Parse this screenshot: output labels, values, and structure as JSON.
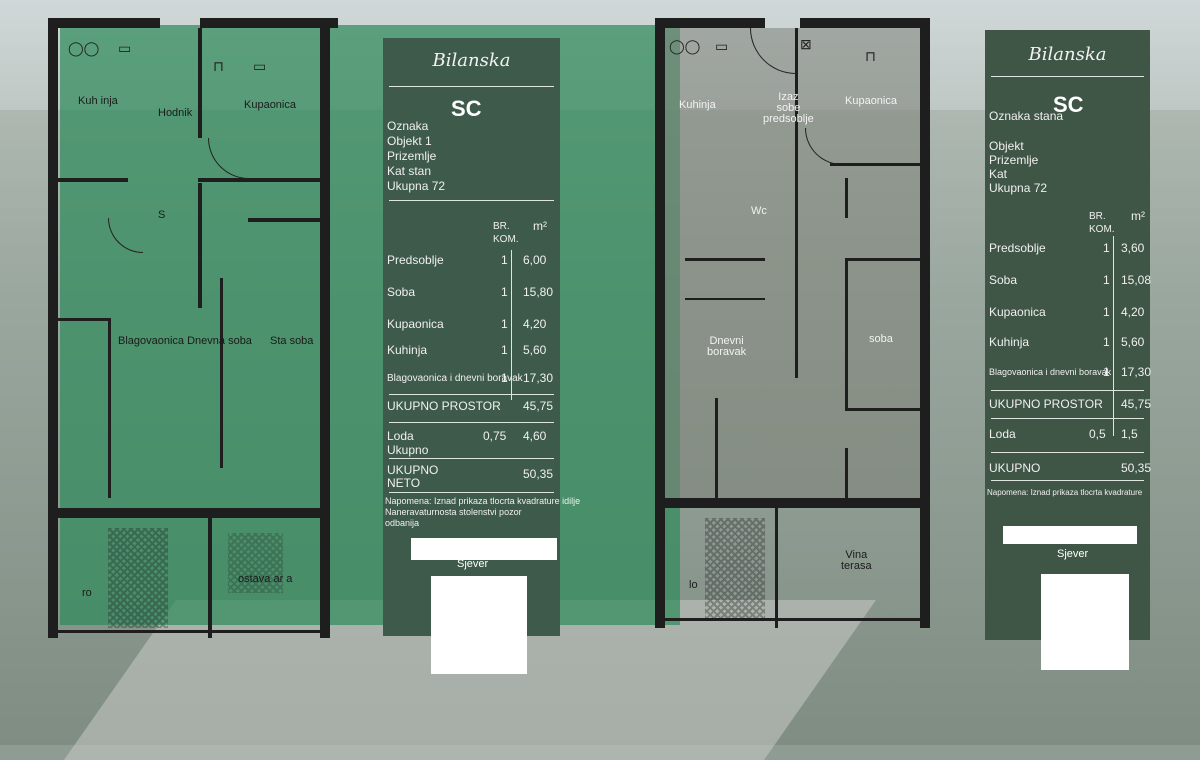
{
  "colors": {
    "panel": "#3e5a4b",
    "wash": "#2f8a5b",
    "wall": "#1e1e1e"
  },
  "left_plan": {
    "rooms": [
      {
        "id": "kuhinja",
        "label": "Kuh\ninja"
      },
      {
        "id": "predsoblje_top",
        "label": "Hodnik"
      },
      {
        "id": "kupaonica",
        "label": "Kupaonica"
      },
      {
        "id": "wc",
        "label": "S"
      },
      {
        "id": "blagovaonica",
        "label": "Blagovaonica\nDnevna\nsoba"
      },
      {
        "id": "soba",
        "label": "Sta\nsoba"
      },
      {
        "id": "terasa_left",
        "label": "ro"
      },
      {
        "id": "terasa_right",
        "label": "ostava\nar\na"
      }
    ]
  },
  "left_panel": {
    "brand": "Bilanska",
    "logo": "SC",
    "header_lines": [
      "Oznaka ",
      "Objekt 1",
      "Prizemlje",
      "Kat stan",
      "Ukupna 72"
    ],
    "column_headers": [
      "BR.\nKOM.",
      "m²"
    ],
    "rows": [
      {
        "name": "Predsoblje",
        "count": "1",
        "area": "6,00"
      },
      {
        "name": "Soba",
        "count": "1",
        "area": "15,80"
      },
      {
        "name": "Kupaonica",
        "count": "1",
        "area": "4,20"
      },
      {
        "name": "Kuhinja",
        "count": "1",
        "area": "5,60"
      },
      {
        "name": "Blagovaonica i dnevni boravak",
        "count": "1",
        "area": "17,30"
      }
    ],
    "total_label": "UKUPNO PROSTOR",
    "total_value": "45,75",
    "extra_rows": [
      {
        "name": "Loda",
        "count": "0,75",
        "area": "4,60"
      },
      {
        "name": "Ukupno",
        "count": "",
        "area": ""
      }
    ],
    "grand_label": "UKUPNO\nNETO",
    "grand_value": "50,35",
    "footnote": "Napomena: Iznad prikaza tlocrta kvadrature idilje\nNaneravaturnosta stolenstvi pozor\nodbanija",
    "compass_label": "Sjever"
  },
  "right_plan": {
    "rooms": [
      {
        "id": "kuhinja_r",
        "label": "Kuhinja"
      },
      {
        "id": "predsoblje_r",
        "label": "Izaz\nsobe\npredsoblje"
      },
      {
        "id": "kupaonica_r",
        "label": "Kupaonica"
      },
      {
        "id": "wc_r",
        "label": "Wc"
      },
      {
        "id": "dnevni_r",
        "label": "Dnevni\nboravak"
      },
      {
        "id": "soba_r",
        "label": "soba"
      },
      {
        "id": "loda_r",
        "label": "lo"
      },
      {
        "id": "terasa_r",
        "label": "Vina\nterasa"
      }
    ]
  },
  "right_panel": {
    "brand": "Bilanska",
    "logo": "SC",
    "header_lines": [
      "Oznaka stana",
      "Objekt",
      "Prizemlje",
      "Kat",
      "Ukupna 72"
    ],
    "column_headers": [
      "BR.\nKOM.",
      "m²"
    ],
    "rows": [
      {
        "name": "Predsoblje",
        "count": "1",
        "area": "3,60"
      },
      {
        "name": "Soba",
        "count": "1",
        "area": "15,08"
      },
      {
        "name": "Kupaonica",
        "count": "1",
        "area": "4,20"
      },
      {
        "name": "Kuhinja",
        "count": "1",
        "area": "5,60"
      },
      {
        "name": "Blagovaonica i dnevni boravak",
        "count": "1",
        "area": "17,30"
      }
    ],
    "total_label": "UKUPNO PROSTOR",
    "total_value": "45,75",
    "extra_rows": [
      {
        "name": "Loda",
        "count": "0,5",
        "area": "1,5"
      }
    ],
    "grand_label": "UKUPNO",
    "grand_value": "50,35",
    "footnote": "Napomena: Iznad prikaza tlocrta kvadrature",
    "compass_label": "Sjever"
  }
}
